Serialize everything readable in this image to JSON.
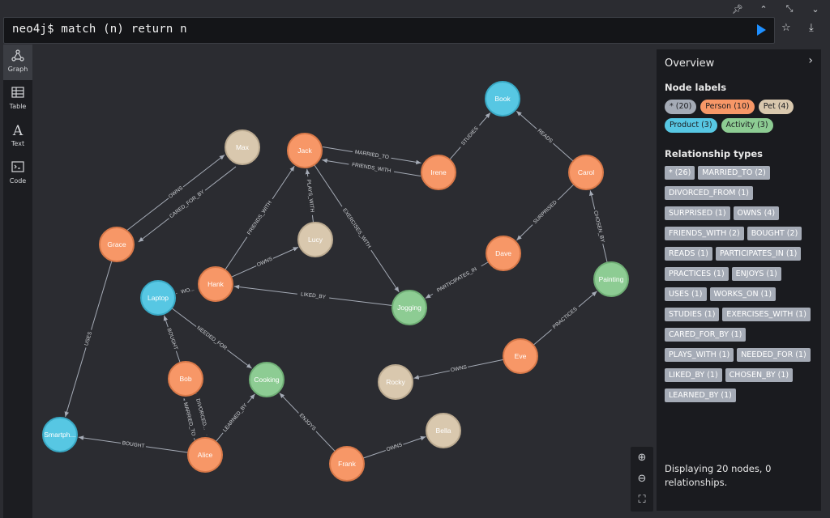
{
  "window": {
    "pin": "⊓",
    "min": "⌃",
    "collapse": "⤡",
    "close": "⌄"
  },
  "editor": {
    "query": "neo4j$ match (n) return n"
  },
  "sidebar": {
    "items": [
      {
        "label": "Graph",
        "icon": "graph-icon"
      },
      {
        "label": "Table",
        "icon": "table-icon"
      },
      {
        "label": "Text",
        "icon": "text-icon"
      },
      {
        "label": "Code",
        "icon": "code-icon"
      }
    ]
  },
  "colors": {
    "Person": "#f79767",
    "Pet": "#d9c8ae",
    "Product": "#57c7e3",
    "Activity": "#8dcc93",
    "all": "#a5abb6"
  },
  "graph": {
    "nodes": [
      {
        "id": "book",
        "label": "Book",
        "type": "Product"
      },
      {
        "id": "max",
        "label": "Max",
        "type": "Pet"
      },
      {
        "id": "jack",
        "label": "Jack",
        "type": "Person"
      },
      {
        "id": "irene",
        "label": "Irene",
        "type": "Person"
      },
      {
        "id": "carol",
        "label": "Carol",
        "type": "Person"
      },
      {
        "id": "grace",
        "label": "Grace",
        "type": "Person"
      },
      {
        "id": "lucy",
        "label": "Lucy",
        "type": "Pet"
      },
      {
        "id": "dave",
        "label": "Dave",
        "type": "Person"
      },
      {
        "id": "painting",
        "label": "Painting",
        "type": "Activity"
      },
      {
        "id": "hank",
        "label": "Hank",
        "type": "Person"
      },
      {
        "id": "laptop",
        "label": "Laptop",
        "type": "Product"
      },
      {
        "id": "jogging",
        "label": "Jogging",
        "type": "Activity"
      },
      {
        "id": "eve",
        "label": "Eve",
        "type": "Person"
      },
      {
        "id": "bob",
        "label": "Bob",
        "type": "Person"
      },
      {
        "id": "cooking",
        "label": "Cooking",
        "type": "Activity"
      },
      {
        "id": "rocky",
        "label": "Rocky",
        "type": "Pet"
      },
      {
        "id": "bella",
        "label": "Bella",
        "type": "Pet"
      },
      {
        "id": "smartphone",
        "label": "Smartph...",
        "type": "Product"
      },
      {
        "id": "alice",
        "label": "Alice",
        "type": "Person"
      },
      {
        "id": "frank",
        "label": "Frank",
        "type": "Person"
      }
    ],
    "edges": [
      {
        "from": "jack",
        "to": "irene",
        "label": "MARRIED_TO",
        "bend": -8
      },
      {
        "from": "irene",
        "to": "jack",
        "label": "FRIENDS_WITH",
        "bend": -8
      },
      {
        "from": "irene",
        "to": "book",
        "label": "STUDIES",
        "bend": 0
      },
      {
        "from": "carol",
        "to": "book",
        "label": "READS",
        "bend": 0
      },
      {
        "from": "carol",
        "to": "dave",
        "label": "SURPRISED",
        "bend": 0
      },
      {
        "from": "painting",
        "to": "carol",
        "label": "CHOSEN_BY",
        "bend": 0
      },
      {
        "from": "dave",
        "to": "jogging",
        "label": "PARTICIPATES_IN",
        "bend": 0
      },
      {
        "from": "jack",
        "to": "jogging",
        "label": "EXERCISES_WITH",
        "bend": 0
      },
      {
        "from": "lucy",
        "to": "jack",
        "label": "PLAYS_WITH",
        "bend": 0
      },
      {
        "from": "hank",
        "to": "jack",
        "label": "FRIENDS_WITH",
        "bend": 0
      },
      {
        "from": "hank",
        "to": "lucy",
        "label": "OWNS",
        "bend": 0
      },
      {
        "from": "jogging",
        "to": "hank",
        "label": "LIKED_BY",
        "bend": 0
      },
      {
        "from": "hank",
        "to": "laptop",
        "label": "WO...",
        "bend": 0
      },
      {
        "from": "max",
        "to": "grace",
        "label": "CARED_FOR_BY",
        "bend": -14
      },
      {
        "from": "grace",
        "to": "max",
        "label": "OWNS",
        "bend": -6
      },
      {
        "from": "grace",
        "to": "smartphone",
        "label": "USES",
        "bend": 0
      },
      {
        "from": "laptop",
        "to": "cooking",
        "label": "NEEDED_FOR",
        "bend": 0
      },
      {
        "from": "bob",
        "to": "laptop",
        "label": "BOUGHT",
        "bend": 0
      },
      {
        "from": "bob",
        "to": "alice",
        "label": "DIVORCED...",
        "bend": -8
      },
      {
        "from": "alice",
        "to": "bob",
        "label": "MARRIED_TO",
        "bend": -8
      },
      {
        "from": "alice",
        "to": "cooking",
        "label": "LEARNED_BY",
        "bend": 0
      },
      {
        "from": "alice",
        "to": "smartphone",
        "label": "BOUGHT",
        "bend": 0
      },
      {
        "from": "frank",
        "to": "cooking",
        "label": "ENJOYS",
        "bend": 0
      },
      {
        "from": "frank",
        "to": "bella",
        "label": "OWNS",
        "bend": 0
      },
      {
        "from": "eve",
        "to": "rocky",
        "label": "OWNS",
        "bend": 0
      },
      {
        "from": "eve",
        "to": "painting",
        "label": "PRACTICES",
        "bend": 0
      }
    ]
  },
  "overview": {
    "title": "Overview",
    "node_labels_heading": "Node labels",
    "node_labels": [
      {
        "text": "* (20)",
        "type": "all"
      },
      {
        "text": "Person (10)",
        "type": "Person"
      },
      {
        "text": "Pet (4)",
        "type": "Pet"
      },
      {
        "text": "Product (3)",
        "type": "Product"
      },
      {
        "text": "Activity (3)",
        "type": "Activity"
      }
    ],
    "rel_types_heading": "Relationship types",
    "rel_types": [
      "* (26)",
      "MARRIED_TO (2)",
      "DIVORCED_FROM (1)",
      "SURPRISED (1)",
      "OWNS (4)",
      "FRIENDS_WITH (2)",
      "BOUGHT (2)",
      "READS (1)",
      "PARTICIPATES_IN (1)",
      "PRACTICES (1)",
      "ENJOYS (1)",
      "USES (1)",
      "WORKS_ON (1)",
      "STUDIES (1)",
      "EXERCISES_WITH (1)",
      "CARED_FOR_BY (1)",
      "PLAYS_WITH (1)",
      "NEEDED_FOR (1)",
      "LIKED_BY (1)",
      "CHOSEN_BY (1)",
      "LEARNED_BY (1)"
    ],
    "footer": "Displaying 20 nodes, 0 relationships."
  },
  "zoom": {
    "in": "zoom-in-icon",
    "out": "zoom-out-icon",
    "fit": "fit-icon"
  }
}
